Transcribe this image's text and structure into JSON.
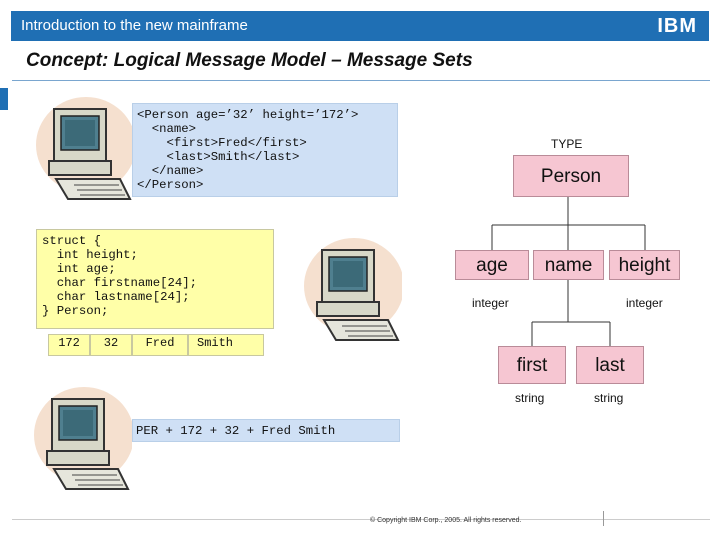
{
  "header": {
    "title": "Introduction to the new mainframe",
    "logo": "IBM"
  },
  "slide": {
    "title": "Concept: Logical Message Model – Message Sets"
  },
  "xml_box": {
    "lines": [
      "<Person age=’32’ height=’172’>",
      "  <name>",
      "    <first>Fred</first>",
      "    <last>Smith</last>",
      "  </name>",
      "</Person>"
    ]
  },
  "struct_box": {
    "lines": [
      "struct {",
      "  int height;",
      "  int age;",
      "  char firstname[24];",
      "  char lastname[24];",
      "} Person;"
    ]
  },
  "record_cells": [
    "172",
    "32",
    "Fred",
    "Smith"
  ],
  "cobol_line": "PER + 172 + 32 + Fred Smith",
  "tree": {
    "type_label": "TYPE",
    "root": "Person",
    "age": {
      "label": "age",
      "type": "integer"
    },
    "name": {
      "label": "name"
    },
    "height": {
      "label": "height",
      "type": "integer"
    },
    "first": {
      "label": "first",
      "type": "string"
    },
    "last": {
      "label": "last",
      "type": "string"
    }
  },
  "icons": [
    "computer-icon",
    "computer-icon",
    "computer-icon"
  ],
  "colors": {
    "header": "#1f6fb4",
    "xml_box": "#cfe0f5",
    "struct_box": "#ffffa8",
    "node": "#f6c6d2"
  },
  "footer": {
    "copyright": "© Copyright IBM Corp., 2005. All rights reserved."
  }
}
